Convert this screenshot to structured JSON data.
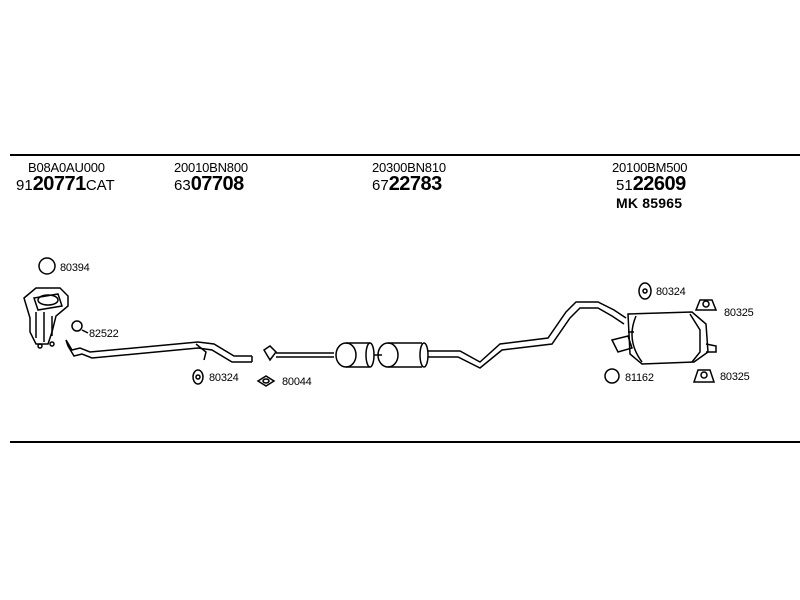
{
  "groups": [
    {
      "oe": "B08A0AU000",
      "prefix": "91",
      "main": "20771",
      "suffix": "CAT"
    },
    {
      "oe": "20010BN800",
      "prefix": "63",
      "main": "07708",
      "suffix": ""
    },
    {
      "oe": "20300BN810",
      "prefix": "67",
      "main": "22783",
      "suffix": ""
    },
    {
      "oe": "20100BM500",
      "prefix": "51",
      "main": "22609",
      "suffix": "",
      "mk": "MK  85965"
    }
  ],
  "small_parts": {
    "p80394": "80394",
    "p82522": "82522",
    "p80324_left": "80324",
    "p80044": "80044",
    "p80324_right": "80324",
    "p80325_top": "80325",
    "p81162": "81162",
    "p80325_bottom": "80325"
  }
}
